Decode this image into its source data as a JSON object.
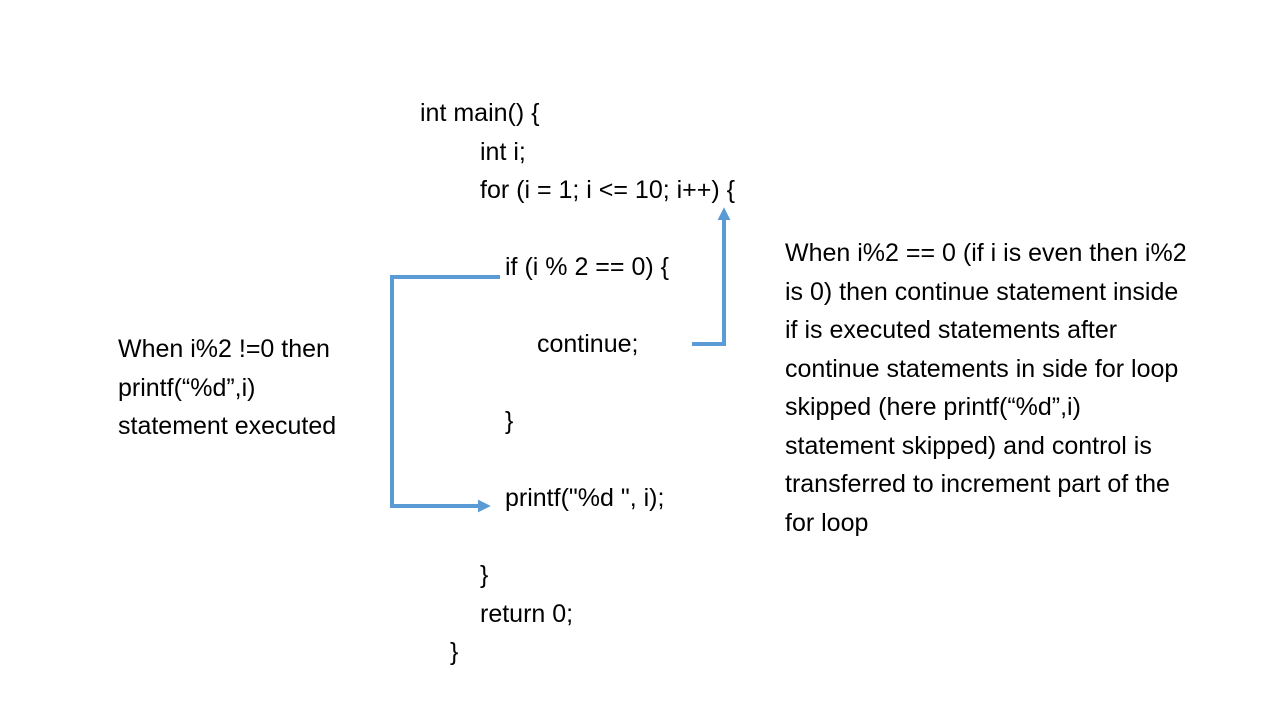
{
  "colors": {
    "background": "#ffffff",
    "arrow": "#5B9BD5",
    "text": "#000000"
  },
  "code": {
    "lines": [
      {
        "text": "int main() {"
      },
      {
        "text": "int i;"
      },
      {
        "text": "for (i = 1; i <= 10; i++) {"
      },
      {
        "text": ""
      },
      {
        "text": "if (i % 2 == 0) {"
      },
      {
        "text": ""
      },
      {
        "text": "continue;"
      },
      {
        "text": ""
      },
      {
        "text": "}"
      },
      {
        "text": ""
      },
      {
        "text": "printf(\"%d \", i);"
      },
      {
        "text": ""
      },
      {
        "text": "}"
      },
      {
        "text": "return 0;"
      },
      {
        "text": "}"
      }
    ]
  },
  "left_note": {
    "lines": [
      "When i%2 !=0 then",
      "printf(“%d”,i)",
      "statement executed"
    ]
  },
  "right_note": {
    "lines": [
      "When i%2 == 0 (if i is even then i%2",
      "is 0) then continue statement inside",
      "if is executed statements after",
      "continue statements in side for loop",
      "skipped (here printf(“%d”,i)",
      "statement skipped) and control is",
      "transferred to increment part of the",
      "for loop"
    ]
  },
  "arrows": {
    "skip_if_to_printf": "elbow connector from the if-statement line, left and down, pointing at printf",
    "continue_to_increment": "elbow connector from continue statement, right and up, pointing at the for-loop increment"
  }
}
